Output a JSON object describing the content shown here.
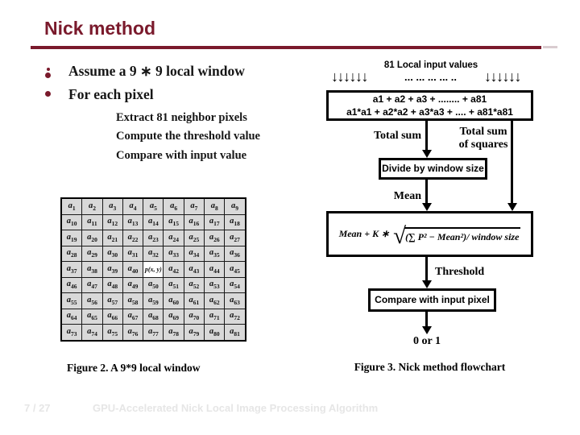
{
  "slide": {
    "title": "Nick method",
    "page_number": "7 / 27",
    "footer_title": "GPU-Accelerated Nick Local Image Processing Algorithm",
    "accent_color": "#7a1a2c"
  },
  "bullets": {
    "level1": [
      "Assume a 9 ∗ 9 local window",
      "For each pixel"
    ],
    "level2": [
      "Extract 81 neighbor pixels",
      "Compute the threshold value",
      "Compare with input value"
    ]
  },
  "figure2": {
    "caption": "Figure 2. A 9*9 local window",
    "grid_rows": 9,
    "grid_cols": 9,
    "center_cell": "p(x, y)",
    "cell_bg_color": "#d9d9d9",
    "cells": [
      "a1",
      "a2",
      "a3",
      "a4",
      "a5",
      "a6",
      "a7",
      "a8",
      "a9",
      "a10",
      "a11",
      "a12",
      "a13",
      "a14",
      "a15",
      "a16",
      "a17",
      "a18",
      "a19",
      "a20",
      "a21",
      "a22",
      "a23",
      "a24",
      "a25",
      "a26",
      "a27",
      "a28",
      "a29",
      "a30",
      "a31",
      "a32",
      "a33",
      "a34",
      "a35",
      "a36",
      "a37",
      "a38",
      "a39",
      "a40",
      "p(x, y)",
      "a42",
      "a43",
      "a44",
      "a45",
      "a46",
      "a47",
      "a48",
      "a49",
      "a50",
      "a51",
      "a52",
      "a53",
      "a54",
      "a55",
      "a56",
      "a57",
      "a58",
      "a59",
      "a60",
      "a61",
      "a62",
      "a63",
      "a64",
      "a65",
      "a66",
      "a67",
      "a68",
      "a69",
      "a70",
      "a71",
      "a72",
      "a73",
      "a74",
      "a75",
      "a76",
      "a77",
      "a78",
      "a79",
      "a80",
      "a81"
    ]
  },
  "flowchart": {
    "caption": "Figure 3. Nick method flowchart",
    "input_label": "81 Local input values",
    "input_dots": "... ... ... ... ..",
    "input_arrows_left": "↓↓↓↓↓↓",
    "input_arrows_right": "↓↓↓↓↓↓",
    "sum_box_line1": "a1 + a2 + a3 + ........ + a81",
    "sum_box_line2": "a1*a1 + a2*a2 + a3*a3 + .... + a81*a81",
    "label_total_sum": "Total sum",
    "label_total_sum_sq1": "Total sum",
    "label_total_sum_sq2": "of squares",
    "divide_box": "Divide by window size",
    "label_mean": "Mean",
    "formula_prefix": "Mean + K ∗",
    "formula_radicand": "(∑ P² − Mean²)/ window size",
    "label_threshold": "Threshold",
    "compare_box": "Compare with input pixel",
    "label_output": "0 or 1"
  }
}
